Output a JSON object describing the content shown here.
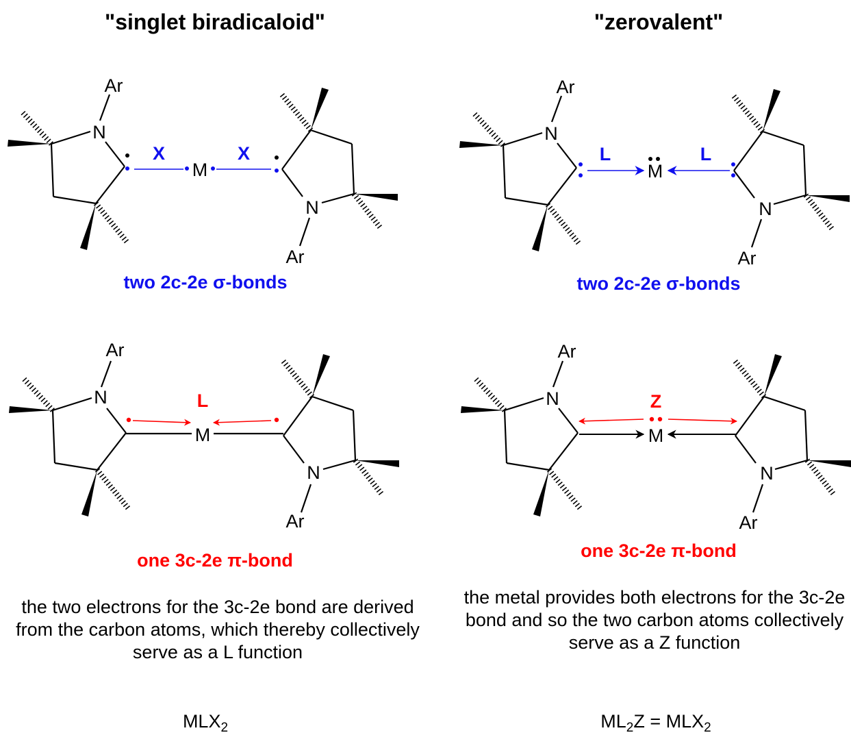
{
  "colors": {
    "sigma": "#1010ee",
    "pi": "#ff0000",
    "bond": "#000000"
  },
  "left": {
    "title": "\"singlet biradicaloid\"",
    "top_caption": "two 2c-2e σ-bonds",
    "bottom_caption": "one 3c-2e π-bond",
    "description": "the two electrons for the 3c-2e bond are derived from the carbon atoms, which thereby collectively serve as a L function",
    "formula": {
      "main": "MLX",
      "sub": "2"
    },
    "labels": {
      "metal": "M",
      "nitrogen": "N",
      "aryl": "Ar",
      "bond_x": "X",
      "bond_l": "L"
    }
  },
  "right": {
    "title": "\"zerovalent\"",
    "top_caption": "two 2c-2e σ-bonds",
    "bottom_caption": "one 3c-2e π-bond",
    "description": "the metal provides both electrons for the 3c-2e bond and so the two carbon atoms collectively serve as a Z function",
    "formula": {
      "p1": "ML",
      "sub1": "2",
      "p2": "Z = MLX",
      "sub2": "2"
    },
    "labels": {
      "metal": "M",
      "nitrogen": "N",
      "aryl": "Ar",
      "bond_l": "L",
      "bond_z": "Z"
    }
  }
}
